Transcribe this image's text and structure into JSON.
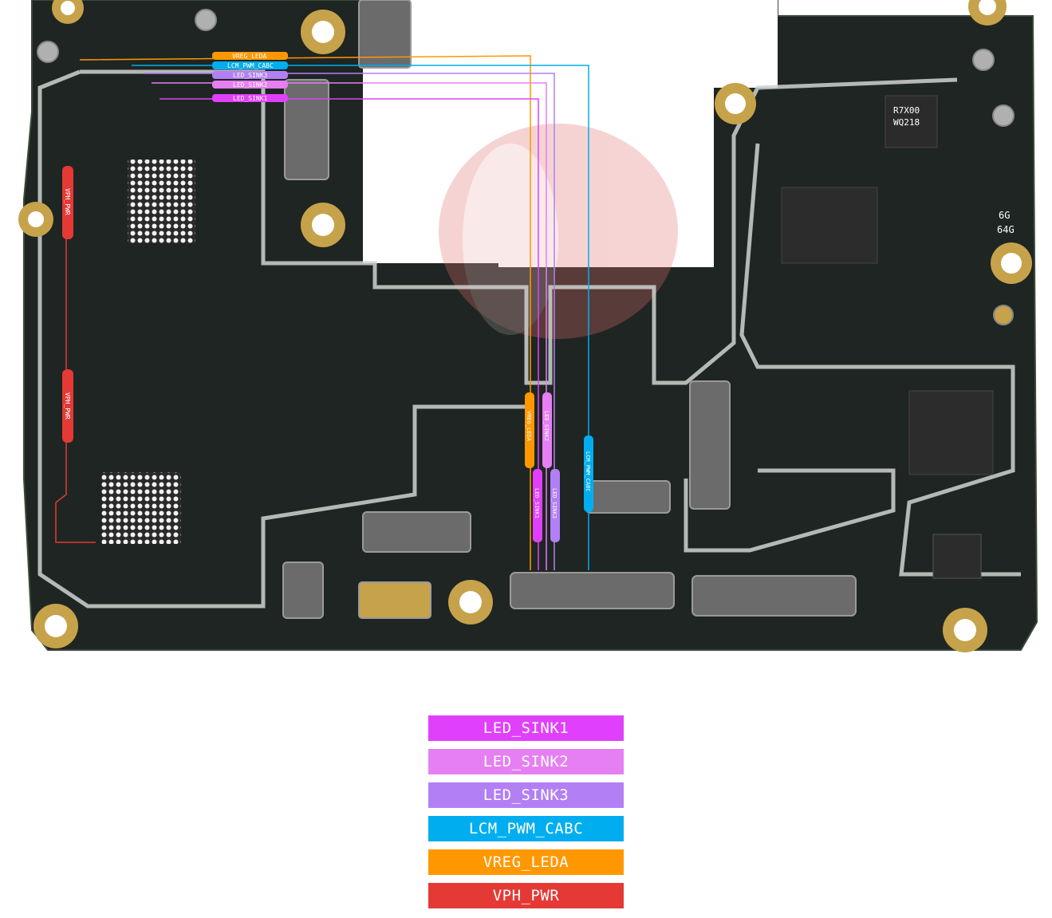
{
  "board": {
    "chip_marks": {
      "right_top": [
        "R7X00",
        "WQ218"
      ],
      "memory": [
        "6G",
        "64G"
      ]
    },
    "top_labels": [
      "VREG_LEDA",
      "LCM_PWM_CABC",
      "LED_SINK3",
      "LED_SINK2",
      "LED_SINK1"
    ],
    "vertical_labels": {
      "vph_upper": "VPH_PWR",
      "vph_lower": "VPH_PWR",
      "vreg": "VREG_LEDA",
      "sink2": "LED_SINK2",
      "sink1": "LED_SINK1",
      "sink3": "LED_SINK3",
      "lcm": "LCM_PWM_CABC"
    }
  },
  "legend": [
    {
      "label": "LED_SINK1",
      "color": "#e040fb"
    },
    {
      "label": "LED_SINK2",
      "color": "#e57ff2"
    },
    {
      "label": "LED_SINK3",
      "color": "#b27ff5"
    },
    {
      "label": "LCM_PWM_CABC",
      "color": "#00aeef"
    },
    {
      "label": "VREG_LEDA",
      "color": "#ff9800"
    },
    {
      "label": "VPH_PWR",
      "color": "#e53935"
    }
  ]
}
